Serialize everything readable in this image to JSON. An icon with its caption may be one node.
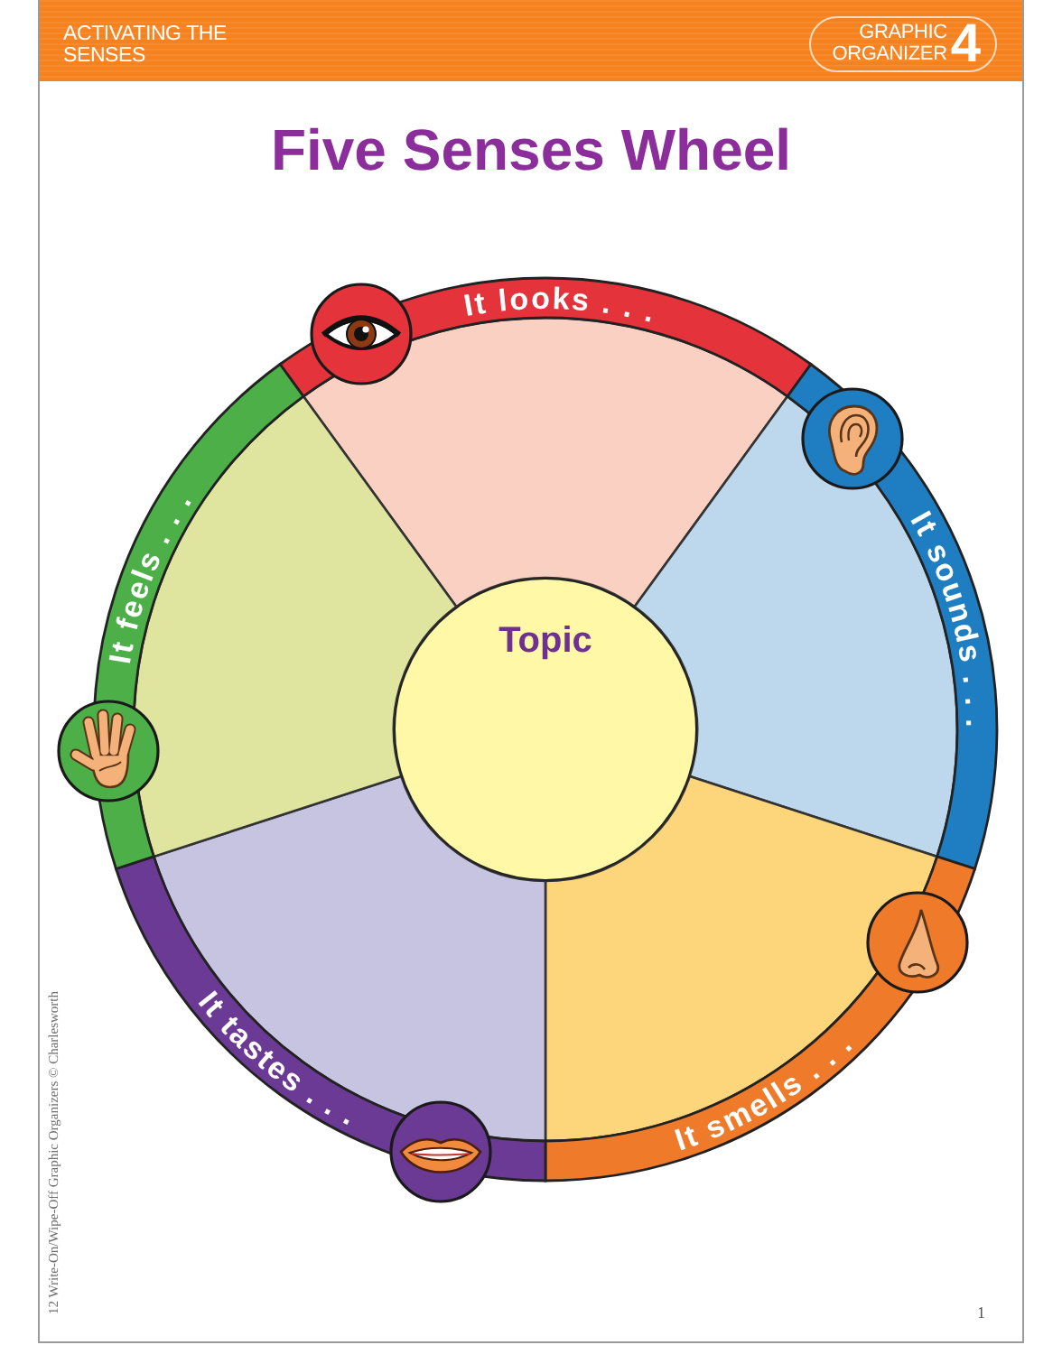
{
  "diagram": {
    "title": "Five Senses Wheel",
    "nodes": [
      {
        "text": [
          "ACTIVATING THE SENSES"
        ]
      },
      {
        "text": [
          "GRAPHIC ORGANIZER",
          "4"
        ],
        "in": 0
      },
      {
        "text": [
          "It looks . . ."
        ]
      },
      {
        "text": [
          "It sounds . . ."
        ]
      },
      {
        "text": [
          "It smells . . ."
        ]
      },
      {
        "text": [
          "It tastes . . ."
        ]
      },
      {
        "text": [
          "It feels . . ."
        ]
      },
      {
        "text": [
          "Topic"
        ]
      },
      {
        "text": [],
        "shape": "wedge"
      },
      {
        "text": [],
        "shape": "wedge"
      },
      {
        "text": [],
        "shape": "wedge"
      },
      {
        "text": [],
        "shape": "wedge"
      },
      {
        "text": [],
        "shape": "wedge"
      }
    ],
    "labels": [
      "12 Write-On/Wipe-Off Graphic Organizers © Charlesworth",
      "1"
    ]
  }
}
